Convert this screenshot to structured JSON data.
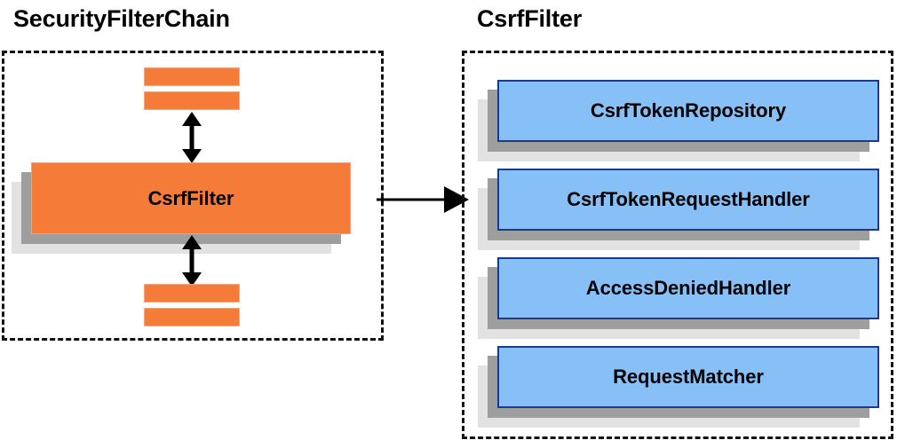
{
  "diagram": {
    "title_left": "SecurityFilterChain",
    "title_right": "CsrfFilter",
    "colors": {
      "orange_fill": "#f47b38",
      "orange_border": "#f0a080",
      "blue_fill": "#86c0f7",
      "blue_border": "#1b3a8c",
      "shadow_mid": "#9e9e9e",
      "shadow_back": "#e2e2e2",
      "outline": "#111111",
      "text": "#000000"
    }
  },
  "left_panel": {
    "title": "SecurityFilterChain",
    "top_bars": [
      {
        "name": "filter-bar-top-1"
      },
      {
        "name": "filter-bar-top-2"
      }
    ],
    "main_box": {
      "label": "CsrfFilter"
    },
    "bottom_bars": [
      {
        "name": "filter-bar-bottom-1"
      },
      {
        "name": "filter-bar-bottom-2"
      }
    ],
    "arrows": [
      {
        "name": "arrow-up-down-top",
        "kind": "double-headed-vertical"
      },
      {
        "name": "arrow-up-down-bottom",
        "kind": "double-headed-vertical"
      }
    ]
  },
  "connector": {
    "name": "arrow-left-to-right",
    "kind": "single-headed-horizontal"
  },
  "right_panel": {
    "title": "CsrfFilter",
    "collaborators": [
      {
        "label": "CsrfTokenRepository"
      },
      {
        "label": "CsrfTokenRequestHandler"
      },
      {
        "label": "AccessDeniedHandler"
      },
      {
        "label": "RequestMatcher"
      }
    ]
  }
}
